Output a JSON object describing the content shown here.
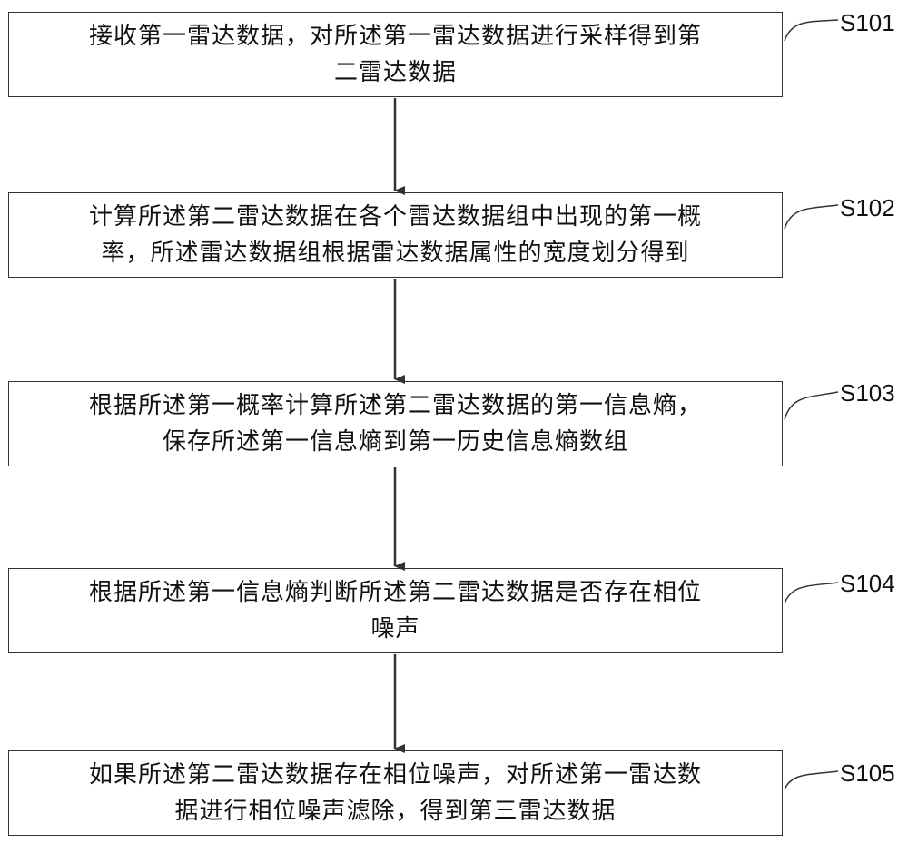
{
  "steps": [
    {
      "id": "S101",
      "text": "接收第一雷达数据，对所述第一雷达数据进行采样得到第\n二雷达数据"
    },
    {
      "id": "S102",
      "text": "计算所述第二雷达数据在各个雷达数据组中出现的第一概\n率，所述雷达数据组根据雷达数据属性的宽度划分得到"
    },
    {
      "id": "S103",
      "text": "根据所述第一概率计算所述第二雷达数据的第一信息熵，\n保存所述第一信息熵到第一历史信息熵数组"
    },
    {
      "id": "S104",
      "text": "根据所述第一信息熵判断所述第二雷达数据是否存在相位\n噪声"
    },
    {
      "id": "S105",
      "text": "如果所述第二雷达数据存在相位噪声，对所述第一雷达数\n据进行相位噪声滤除，得到第三雷达数据"
    }
  ]
}
